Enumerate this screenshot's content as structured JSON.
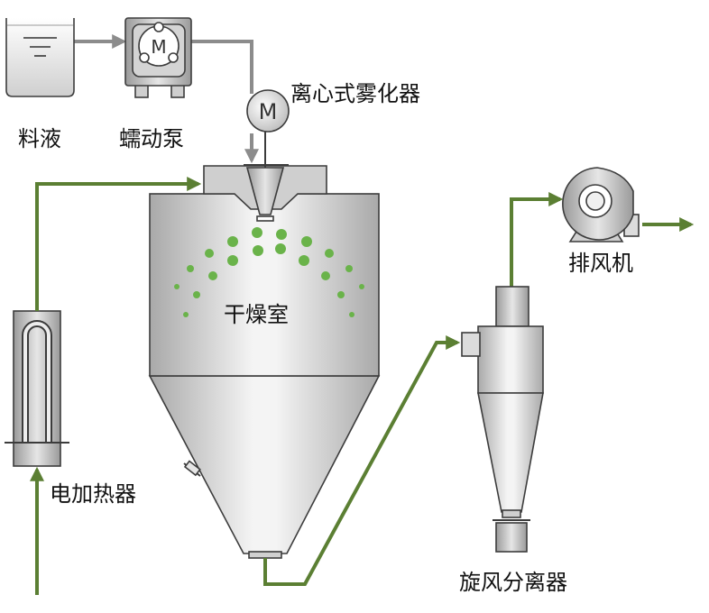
{
  "labels": {
    "feed": "料液",
    "pump": "蠕动泵",
    "atomizer": "离心式雾化器",
    "drying_chamber": "干燥室",
    "heater": "电加热器",
    "exhaust_fan": "排风机",
    "cyclone": "旋风分离器"
  },
  "atomizer_motor_symbol": "M",
  "pump_motor_symbol": "M",
  "colors": {
    "gas_line": "#5b7f33",
    "liquid_line": "#8c8c8c",
    "droplet": "#6ab34a",
    "outline": "#3c3c3c"
  },
  "icons": {
    "motor": "motor-icon",
    "arrow": "arrow-icon"
  }
}
